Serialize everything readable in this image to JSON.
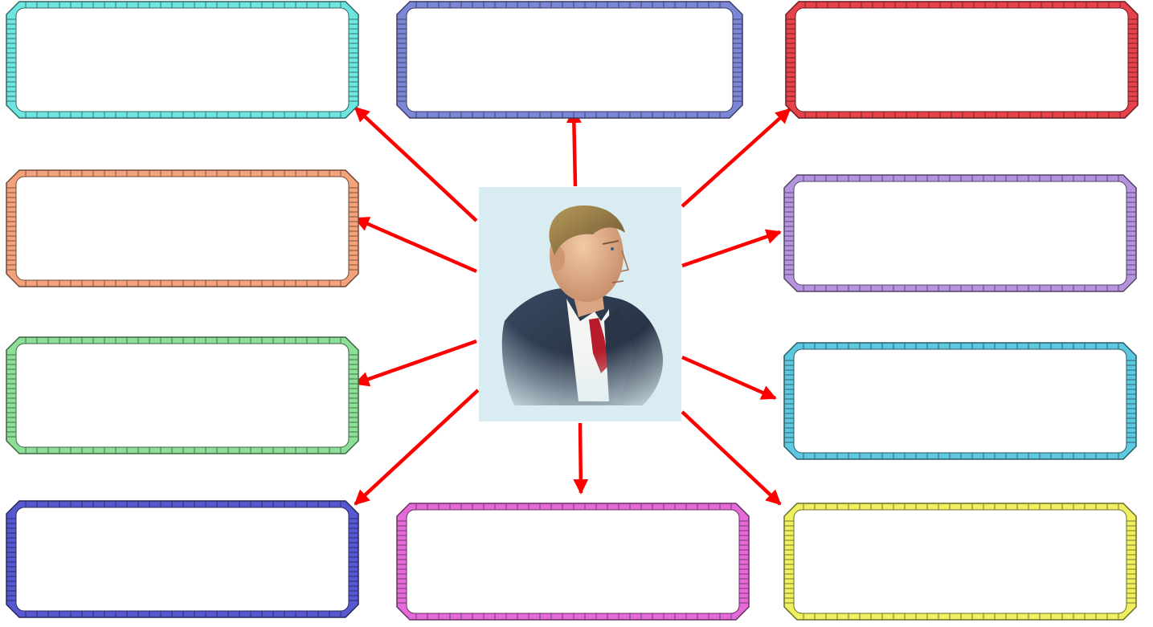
{
  "center": {
    "image": "portrait-photo",
    "background": "#d9ecf2"
  },
  "arrow_color": "#ff0000",
  "boxes": [
    {
      "id": "top-left",
      "color": "#6ee5df",
      "text": ""
    },
    {
      "id": "top-center",
      "color": "#7c86d6",
      "text": ""
    },
    {
      "id": "top-right",
      "color": "#e5424b",
      "text": ""
    },
    {
      "id": "mid1-left",
      "color": "#f3a27c",
      "text": ""
    },
    {
      "id": "mid1-right",
      "color": "#b493df",
      "text": ""
    },
    {
      "id": "mid2-left",
      "color": "#8ddf98",
      "text": ""
    },
    {
      "id": "mid2-right",
      "color": "#5cc9e0",
      "text": ""
    },
    {
      "id": "bottom-left",
      "color": "#5758cf",
      "text": ""
    },
    {
      "id": "bottom-center",
      "color": "#e46ad9",
      "text": ""
    },
    {
      "id": "bottom-right",
      "color": "#eef060",
      "text": ""
    }
  ]
}
